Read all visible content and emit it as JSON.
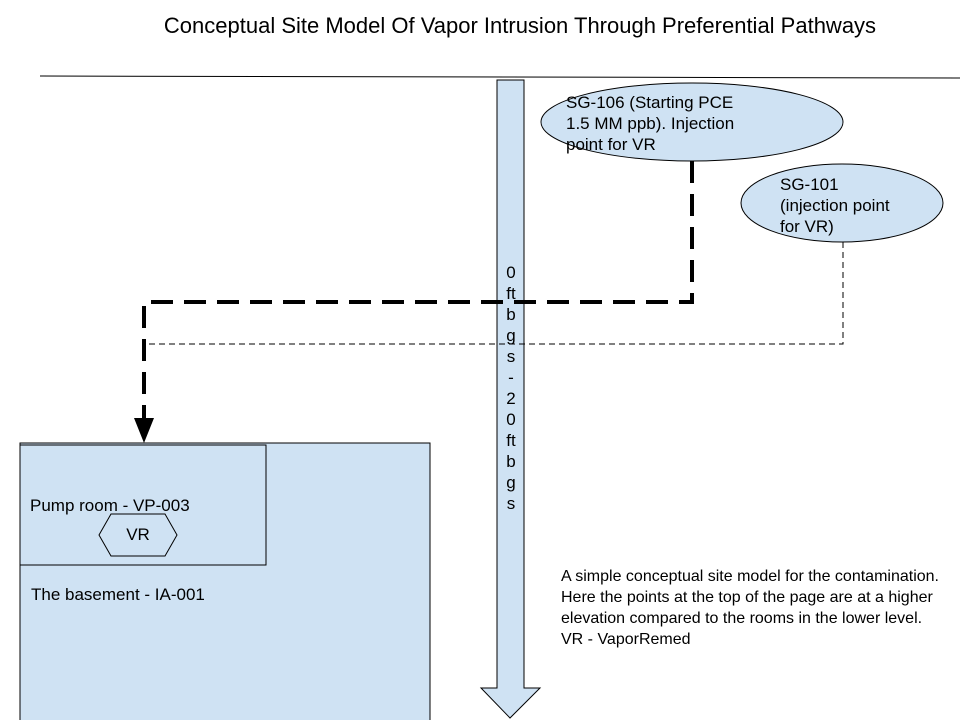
{
  "title": "Conceptual Site Model Of Vapor Intrusion Through Preferential Pathways",
  "nodes": {
    "sg106": {
      "lines": [
        "SG-106 (Starting PCE",
        "1.5 MM ppb). Injection",
        "point for VR"
      ],
      "fill": "#cfe2f3"
    },
    "sg101": {
      "lines": [
        "SG-101",
        "(injection point",
        "for VR)"
      ],
      "fill": "#cfe2f3"
    },
    "pump_room": {
      "label": "Pump room - VP-003",
      "fill": "#cfe2f3"
    },
    "basement": {
      "label": "The basement - IA-001",
      "fill": "#cfe2f3"
    },
    "vr_unit": {
      "label": "VR"
    }
  },
  "depth_arrow": {
    "chars": [
      "0",
      "ft",
      "b",
      "g",
      "s",
      "-",
      "2",
      "0",
      "ft",
      "b",
      "g",
      "s"
    ],
    "fill": "#cfe2f3"
  },
  "note": "A simple conceptual site model for the contamination. Here the points at the top of the page are at a higher elevation compared to the rooms in the lower level. VR - VaporRemed"
}
